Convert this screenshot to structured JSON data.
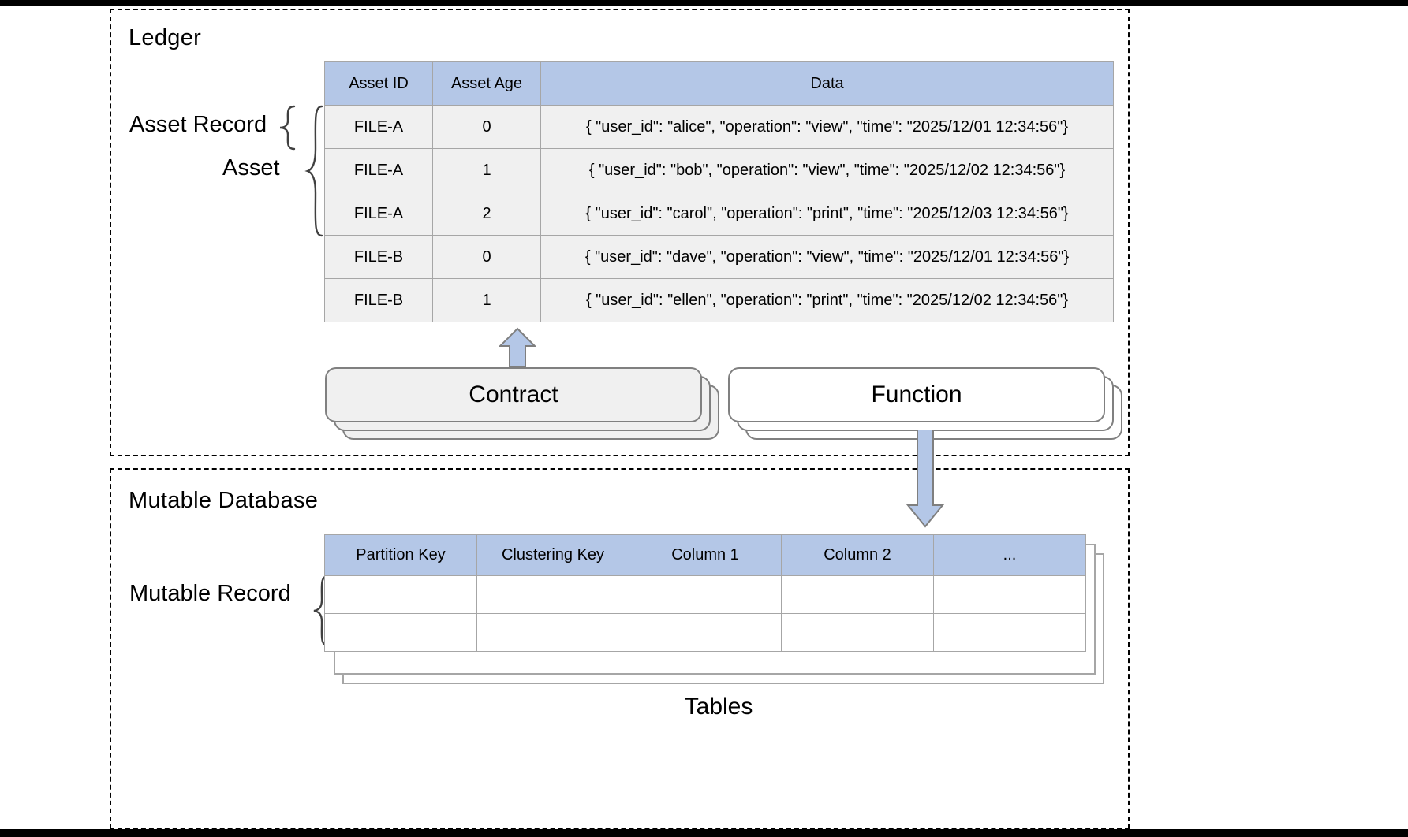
{
  "ledger": {
    "title": "Ledger",
    "annotations": {
      "asset_record": "Asset Record",
      "asset": "Asset"
    },
    "table": {
      "headers": [
        "Asset ID",
        "Asset Age",
        "Data"
      ],
      "rows": [
        [
          "FILE-A",
          "0",
          "{ \"user_id\": \"alice\", \"operation\": \"view\", \"time\": \"2025/12/01 12:34:56\"}"
        ],
        [
          "FILE-A",
          "1",
          "{ \"user_id\": \"bob\", \"operation\": \"view\", \"time\": \"2025/12/02 12:34:56\"}"
        ],
        [
          "FILE-A",
          "2",
          "{ \"user_id\": \"carol\", \"operation\": \"print\", \"time\": \"2025/12/03 12:34:56\"}"
        ],
        [
          "FILE-B",
          "0",
          "{ \"user_id\": \"dave\", \"operation\": \"view\", \"time\": \"2025/12/01 12:34:56\"}"
        ],
        [
          "FILE-B",
          "1",
          "{ \"user_id\": \"ellen\", \"operation\": \"print\", \"time\": \"2025/12/02 12:34:56\"}"
        ]
      ]
    },
    "contract_label": "Contract",
    "function_label": "Function"
  },
  "mutable": {
    "title": "Mutable Database",
    "annotations": {
      "mutable_record": "Mutable Record"
    },
    "table": {
      "headers": [
        "Partition Key",
        "Clustering Key",
        "Column 1",
        "Column 2",
        "..."
      ],
      "rows": [
        [
          "",
          "",
          "",
          "",
          ""
        ],
        [
          "",
          "",
          "",
          "",
          ""
        ]
      ]
    },
    "tables_label": "Tables"
  },
  "colors": {
    "header_blue": "#b4c7e7",
    "row_gray": "#f0f0f0",
    "arrow_fill": "#b4c7e7",
    "arrow_stroke": "#7f7f7f",
    "border_gray": "#a6a6a6",
    "box_border": "#808080",
    "frame_black": "#000000"
  },
  "icons": {
    "arrow_up": "arrow-up-icon",
    "arrow_down": "arrow-down-icon",
    "brace_asset_record": "curly-brace-icon",
    "brace_asset": "curly-brace-icon",
    "brace_mutable_record": "curly-brace-icon"
  }
}
